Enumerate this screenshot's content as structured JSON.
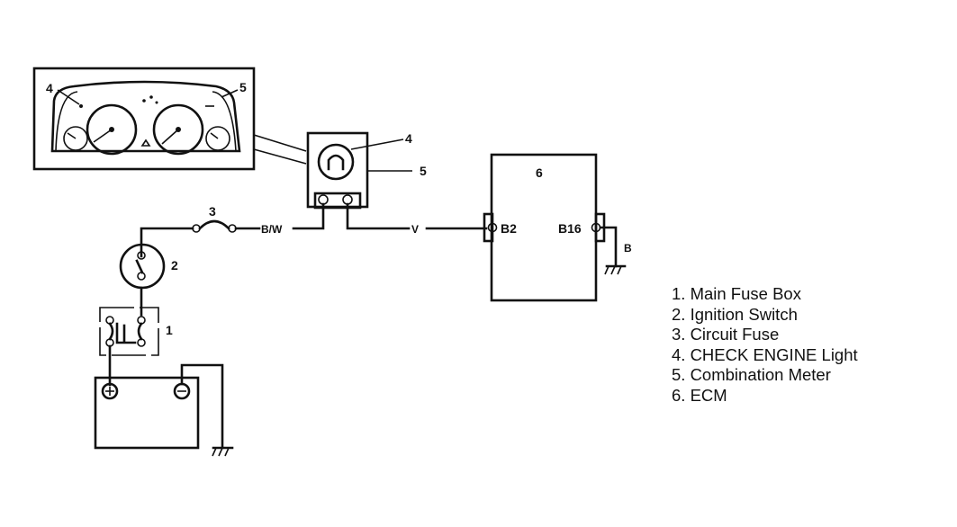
{
  "callouts": {
    "meter_light": "4",
    "meter_cluster": "5",
    "light_socket": "4",
    "combination_meter": "5",
    "circuit_fuse": "3",
    "ignition_switch": "2",
    "main_fuse_box": "1",
    "ecm": "6"
  },
  "wires": {
    "fuse_to_meter": "B/W",
    "meter_to_ecm": "V",
    "ecm_ground": "B"
  },
  "terminals": {
    "ecm_left": "B2",
    "ecm_right": "B16"
  },
  "legend": [
    "1. Main Fuse Box",
    "2. Ignition Switch",
    "3. Circuit Fuse",
    "4. CHECK ENGINE Light",
    "5. Combination Meter",
    "6. ECM"
  ],
  "colors": {
    "ink": "#111111",
    "background": "#ffffff"
  }
}
